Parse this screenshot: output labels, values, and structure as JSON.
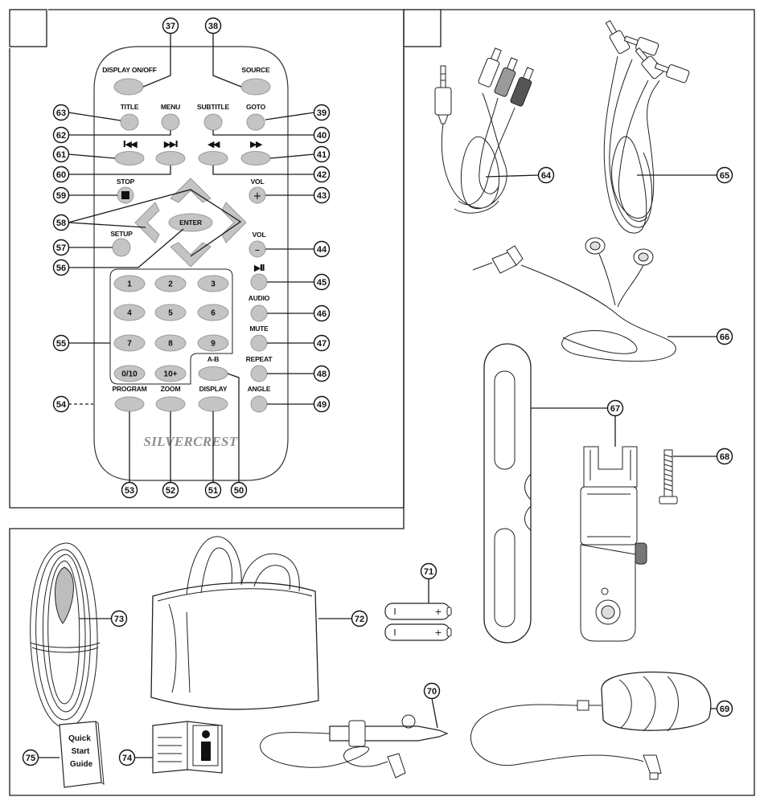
{
  "remote": {
    "labels": {
      "display_on_off": "DISPLAY ON/OFF",
      "source": "SOURCE",
      "title": "TITLE",
      "menu": "MENU",
      "subtitle": "SUBTITLE",
      "goto": "GOTO",
      "prev": "I◀◀",
      "next": "▶▶I",
      "rew": "◀◀",
      "ff": "▶▶",
      "stop": "STOP",
      "vol_up": "VOL",
      "setup": "SETUP",
      "vol_down": "VOL",
      "enter": "ENTER",
      "play_pause": "▶II",
      "audio": "AUDIO",
      "mute": "MUTE",
      "repeat": "REPEAT",
      "angle": "ANGLE",
      "ab": "A-B",
      "program": "PROGRAM",
      "zoom": "ZOOM",
      "display": "DISPLAY"
    },
    "symbols": {
      "vol_up": "+",
      "vol_down": "–"
    },
    "keypad": [
      "1",
      "2",
      "3",
      "4",
      "5",
      "6",
      "7",
      "8",
      "9",
      "0/10",
      "10+"
    ],
    "brand_logo": "SILVERCREST"
  },
  "callouts": {
    "37": "37",
    "38": "38",
    "39": "39",
    "40": "40",
    "41": "41",
    "42": "42",
    "43": "43",
    "44": "44",
    "45": "45",
    "46": "46",
    "47": "47",
    "48": "48",
    "49": "49",
    "50": "50",
    "51": "51",
    "52": "52",
    "53": "53",
    "54": "54",
    "55": "55",
    "56": "56",
    "57": "57",
    "58": "58",
    "59": "59",
    "60": "60",
    "61": "61",
    "62": "62",
    "63": "63",
    "64": "64",
    "65": "65",
    "66": "66",
    "67": "67",
    "68": "68",
    "69": "69",
    "70": "70",
    "71": "71",
    "72": "72",
    "73": "73",
    "74": "74",
    "75": "75"
  },
  "accessories": {
    "batteries": {
      "minus": "I",
      "plus": "+"
    },
    "quick_start_guide": [
      "Quick",
      "Start",
      "Guide"
    ],
    "manual_icon": "info-icon"
  },
  "colors": {
    "button_fill": "#c4c4c4",
    "line": "#1a1a1a",
    "logo": "#8f8f8f"
  }
}
